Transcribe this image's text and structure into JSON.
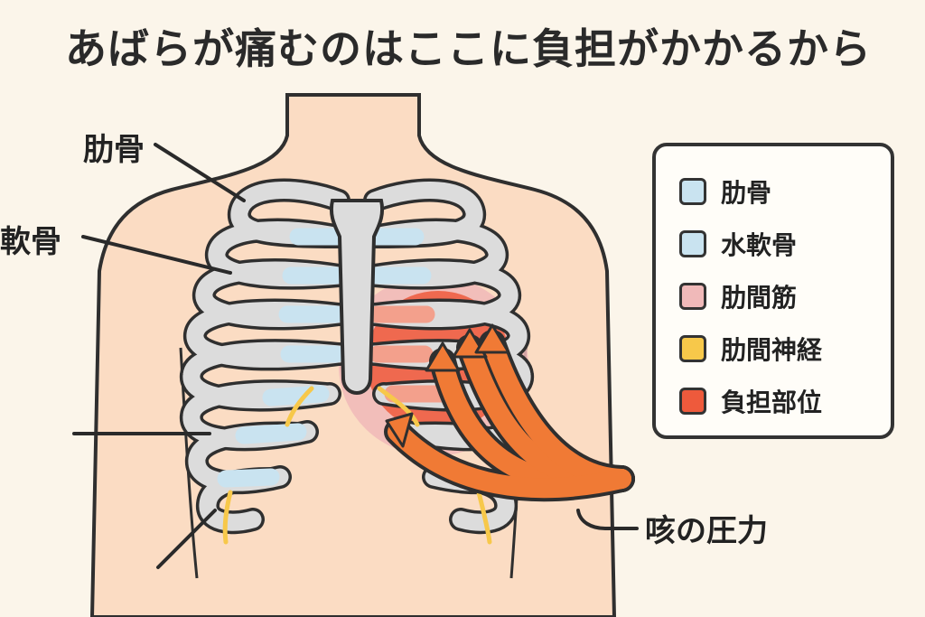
{
  "title": "あばらが痛むのはここに負担がかかるから",
  "callouts": {
    "rib": "肋骨",
    "cartilage": "軟骨",
    "cough_pressure": "咳の圧力"
  },
  "legend": {
    "items": [
      {
        "label": "肋骨",
        "color": "#c9e3f0"
      },
      {
        "label": "水軟骨",
        "color": "#c9e3f0"
      },
      {
        "label": "肋間筋",
        "color": "#f0b9b9"
      },
      {
        "label": "肋間神経",
        "color": "#f7c84a"
      },
      {
        "label": "負担部位",
        "color": "#ee5a3c"
      }
    ]
  },
  "colors": {
    "background": "#fbf5ea",
    "skin": "#fbdcc3",
    "bone": "#dcdcdc",
    "cartilage": "#c9e3f0",
    "muscle": "#f0b9b9",
    "nerve": "#f7c84a",
    "strain": "#ee5a3c",
    "arrow": "#f07a35"
  }
}
